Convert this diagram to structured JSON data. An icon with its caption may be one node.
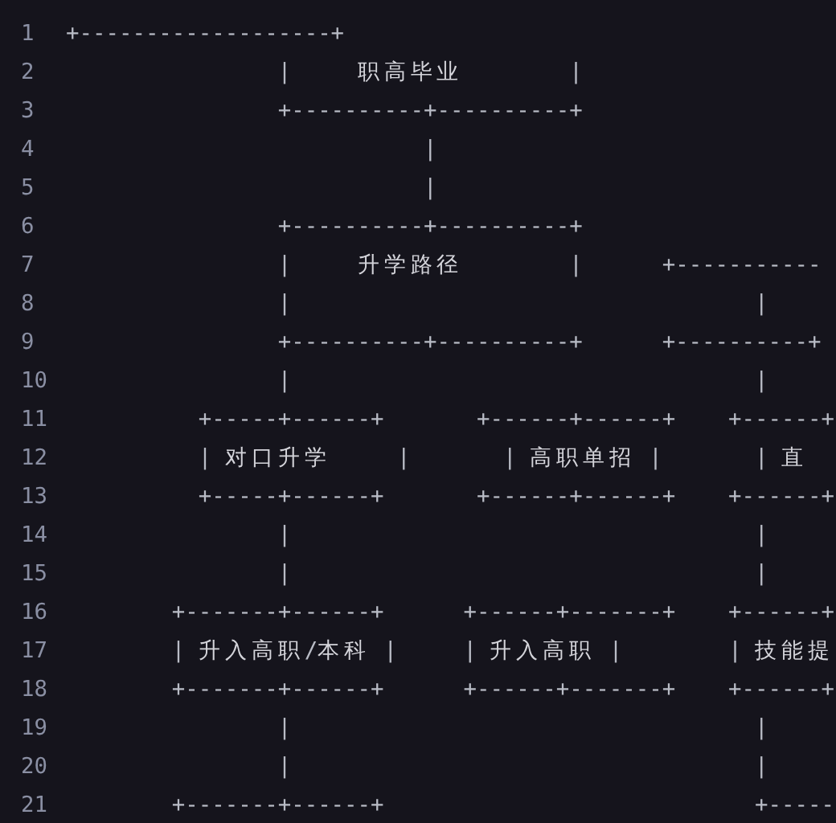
{
  "diagram": {
    "labels": [
      "1",
      "+-------------------+",
      "2",
      "|     职高毕业        |",
      "3",
      "+----------+----------+",
      "4",
      "|",
      "5",
      "|",
      "6",
      "+----------+----------+",
      "7",
      "|     升学路径        |      +-----------",
      "8",
      "|                                   |",
      "9",
      "+----------+----------+      +----------+",
      "10",
      "|                                   |",
      "11",
      "+-----+------+       +------+------+    +------+",
      "12",
      "| 对口升学     |       | 高职单招 |       | 直",
      "13",
      "+-----+------+       +------+------+    +------+",
      "14",
      "|                                   |",
      "15",
      "|                                   |",
      "16",
      "+-------+------+      +------+-------+    +------+",
      "17",
      "| 升入高职/本科 |     | 升入高职 |        | 技能提",
      "18",
      "+-------+------+      +------+-------+    +------+",
      "19",
      "|                                   |",
      "20",
      "|                                   |",
      "21",
      "+-------+------+                            +-----"
    ]
  }
}
